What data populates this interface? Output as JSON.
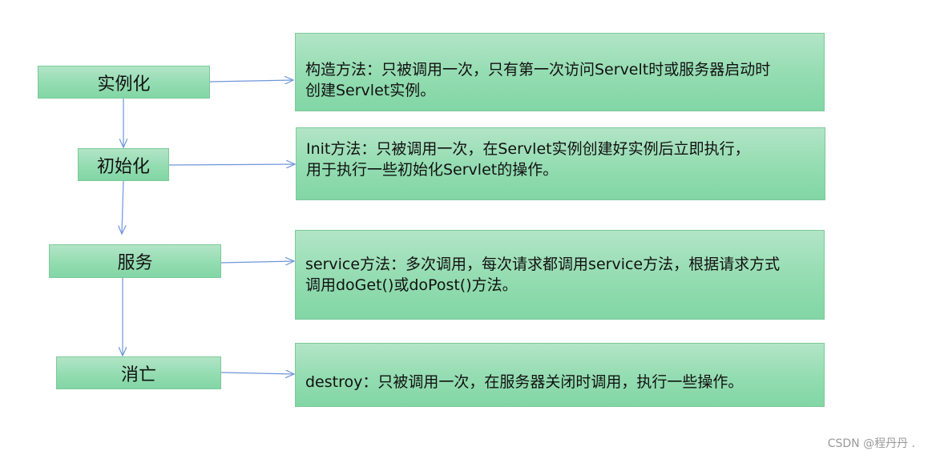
{
  "stages": [
    {
      "id": "instantiate",
      "label": "实例化"
    },
    {
      "id": "init",
      "label": "初始化"
    },
    {
      "id": "service",
      "label": "服务"
    },
    {
      "id": "destroy",
      "label": "消亡"
    }
  ],
  "descriptions": [
    {
      "id": "instantiate",
      "lines": [
        "构造方法：只被调用一次，只有第一次访问Servelt时或服务器启动时",
        "创建Servlet实例。"
      ]
    },
    {
      "id": "init",
      "lines": [
        "Init方法：只被调用一次，在Servlet实例创建好实例后立即执行，",
        "用于执行一些初始化Servlet的操作。"
      ]
    },
    {
      "id": "service",
      "lines": [
        "service方法：多次调用，每次请求都调用service方法，根据请求方式",
        "调用doGet()或doPost()方法。"
      ]
    },
    {
      "id": "destroy",
      "lines": [
        "destroy：只被调用一次，在服务器关闭时调用，执行一些操作。"
      ]
    }
  ],
  "watermark": "CSDN @程丹丹 .",
  "colors": {
    "box_fill_top": "#b2e5c6",
    "box_fill_bottom": "#82d6a5",
    "box_border": "#7cc99a",
    "arrow": "#6f96d8"
  }
}
